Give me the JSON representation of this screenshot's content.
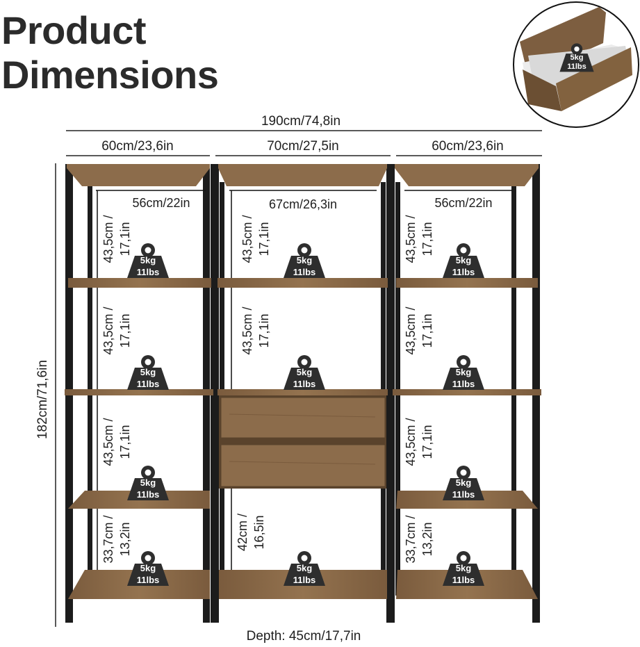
{
  "title": {
    "line1": "Product",
    "line2": "Dimensions"
  },
  "dimensions": {
    "total_width": "190cm/74,8in",
    "left_width": "60cm/23,6in",
    "middle_width": "70cm/27,5in",
    "right_width": "60cm/23,6in",
    "left_inner": "56cm/22in",
    "middle_inner": "67cm/26,3in",
    "right_inner": "56cm/22in",
    "height": "182cm/71,6in",
    "depth": "Depth: 45cm/17,7in"
  },
  "shelf_heights": {
    "standard_line1": "43,5cm /",
    "standard_line2": "17,1in",
    "bottom_side_line1": "33,7cm /",
    "bottom_side_line2": "13,2in",
    "bottom_middle_line1": "42cm /",
    "bottom_middle_line2": "16,5in"
  },
  "load": {
    "kg": "5kg",
    "lbs": "11lbs"
  },
  "colors": {
    "wood": "#8a6a4a",
    "wood_dark": "#6e5236",
    "frame": "#1c1c1c",
    "badge": "#2e2e2e"
  }
}
